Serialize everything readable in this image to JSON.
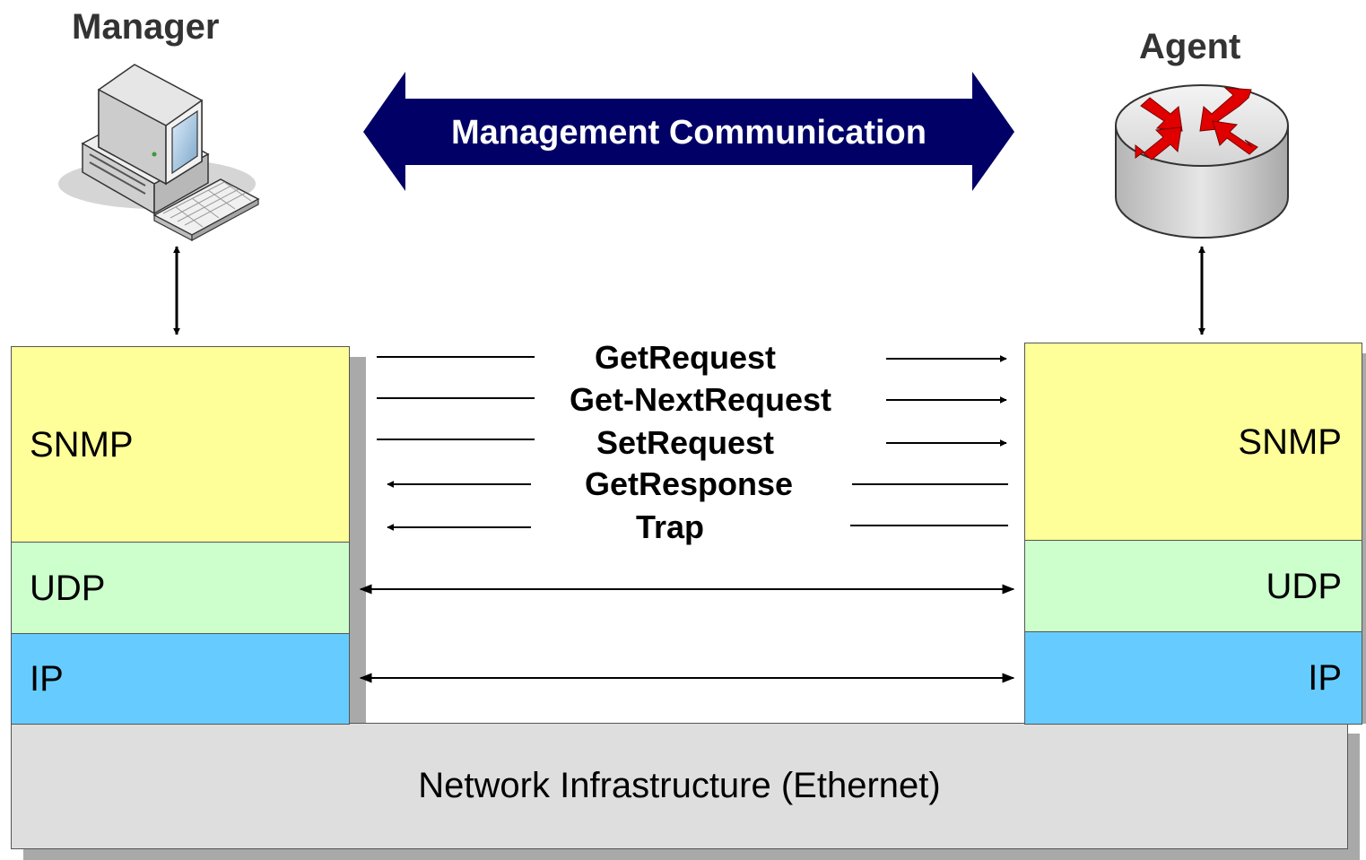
{
  "manager": {
    "title": "Manager",
    "icon": "computer-icon"
  },
  "agent": {
    "title": "Agent",
    "icon": "router-icon"
  },
  "management_communication": {
    "label": "Management Communication",
    "color": "#000066"
  },
  "messages": [
    {
      "label": "GetRequest",
      "direction": "manager-to-agent"
    },
    {
      "label": "Get-NextRequest",
      "direction": "manager-to-agent"
    },
    {
      "label": "SetRequest",
      "direction": "manager-to-agent"
    },
    {
      "label": "GetResponse",
      "direction": "agent-to-manager"
    },
    {
      "label": "Trap",
      "direction": "agent-to-manager"
    }
  ],
  "stack": {
    "snmp": {
      "label": "SNMP",
      "color": "#ffff99"
    },
    "udp": {
      "label": "UDP",
      "color": "#ccffcc"
    },
    "ip": {
      "label": "IP",
      "color": "#66ccff"
    }
  },
  "network": {
    "label": "Network Infrastructure (Ethernet)",
    "color": "#dedede"
  }
}
